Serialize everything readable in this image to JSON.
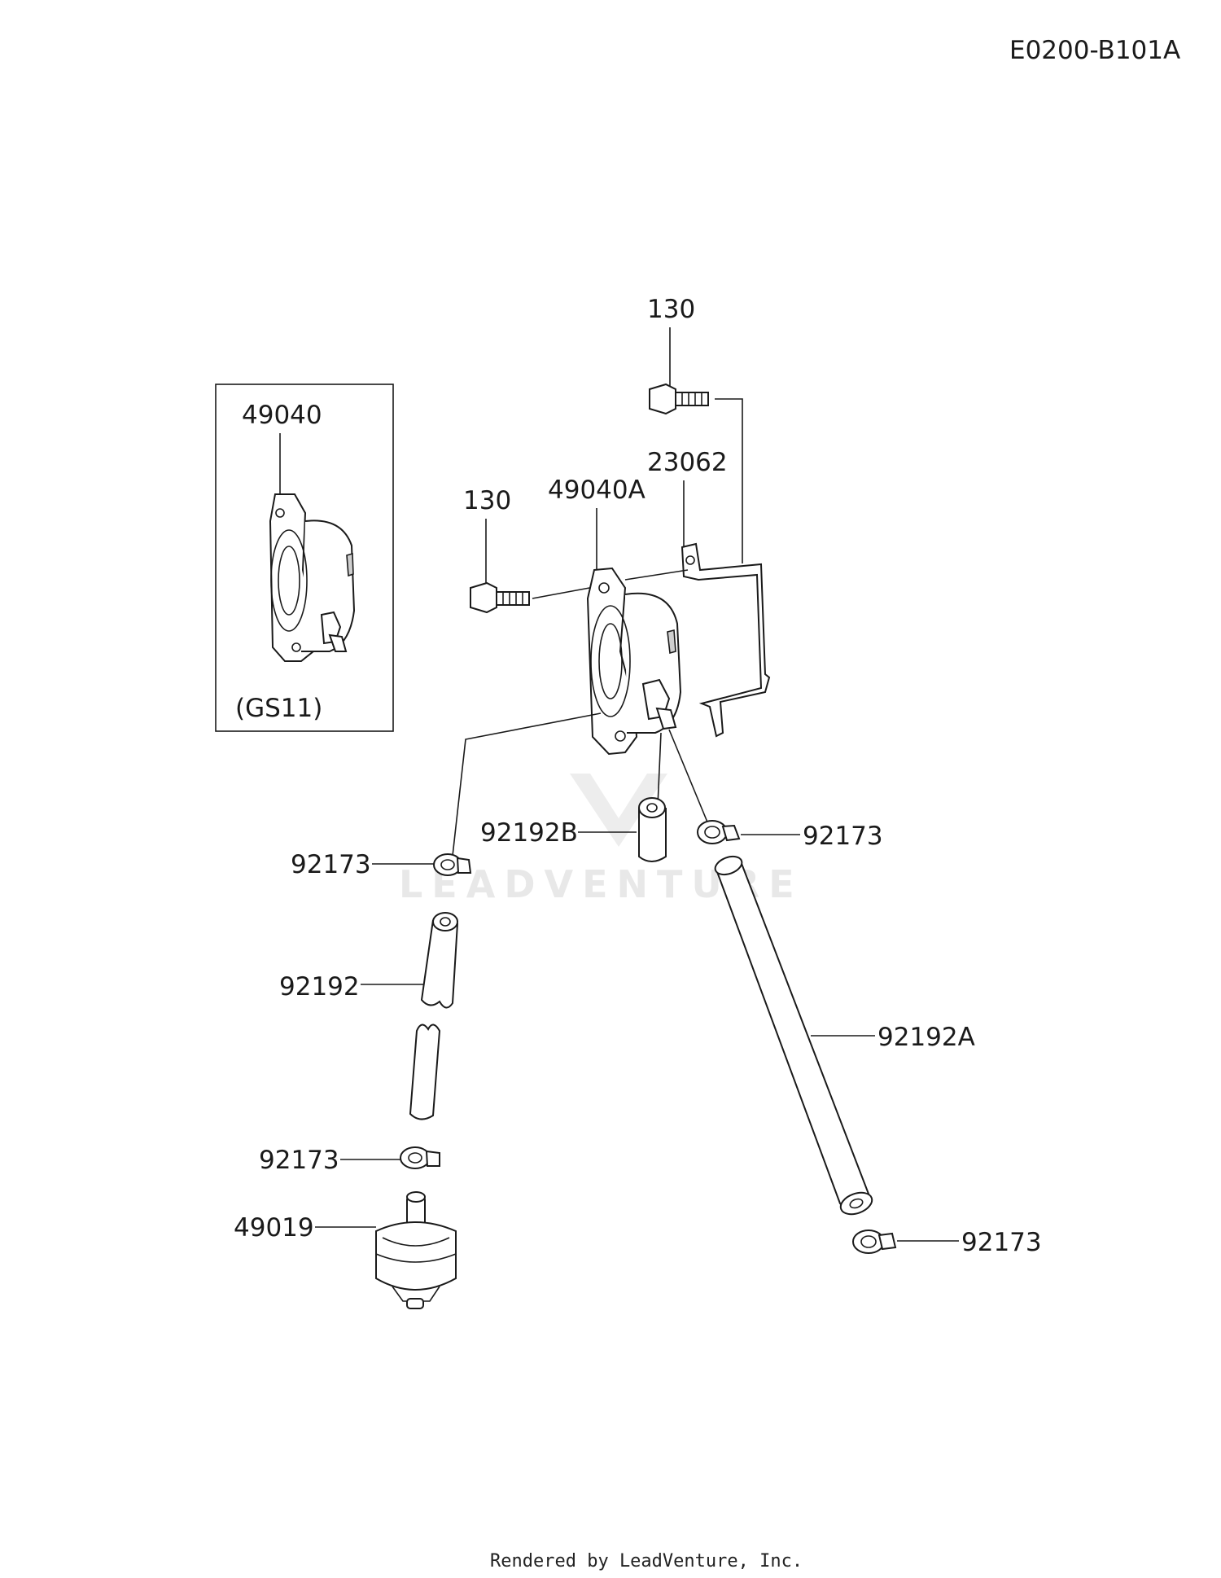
{
  "diagram_code": "E0200-B101A",
  "footer_text": "Rendered by LeadVenture, Inc.",
  "watermark_text": "LEADVENTURE",
  "inset_variant_label": "(GS11)",
  "callouts": {
    "bolt_top": "130",
    "bolt_left": "130",
    "pump_inset": "49040",
    "pump_main": "49040A",
    "bracket": "23062",
    "hose_short": "92192B",
    "clamp_right_upper": "92173",
    "clamp_left_upper": "92173",
    "hose_left": "92192",
    "hose_long": "92192A",
    "clamp_left_lower": "92173",
    "filter": "49019",
    "clamp_right_lower": "92173"
  }
}
